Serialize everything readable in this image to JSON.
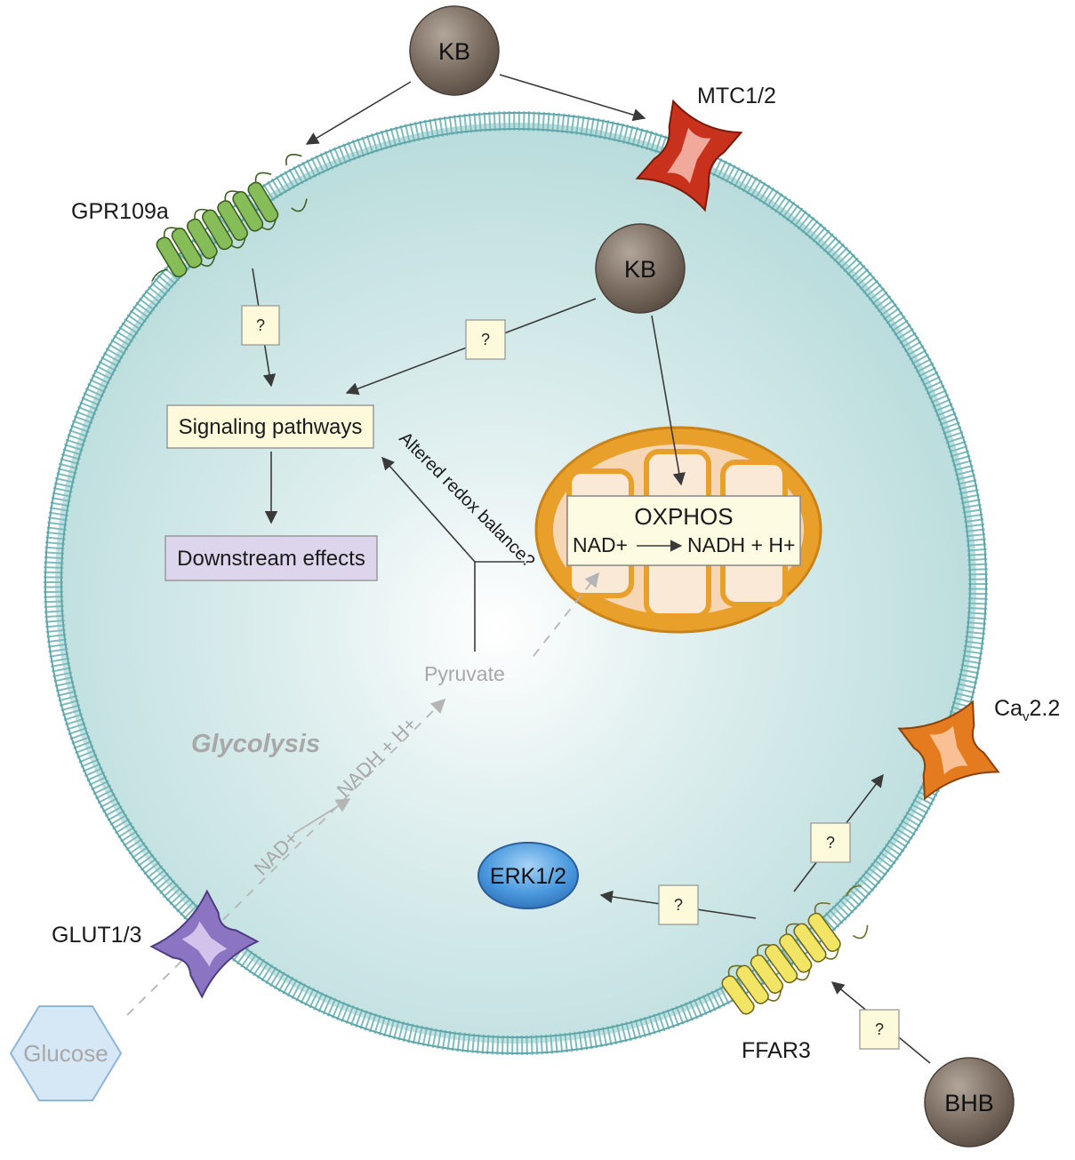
{
  "labels": {
    "kb_top": "KB",
    "kb_inner": "KB",
    "bhb": "BHB",
    "mtc": "MTC1/2",
    "gpr": "GPR109a",
    "glut": "GLUT1/3",
    "ffar": "FFAR3",
    "cav_main": "Ca",
    "cav_sub": "v",
    "cav_tail": "2.2",
    "glucose": "Glucose",
    "glycolysis": "Glycolysis",
    "nad_glyco": "NAD+",
    "nadh_glyco": "NADH + H+",
    "pyruvate": "Pyruvate",
    "oxphos_title": "OXPHOS",
    "oxphos_nad": "NAD+",
    "oxphos_nadh": "NADH + H+",
    "signaling": "Signaling pathways",
    "downstream": "Downstream effects",
    "redox": "Altered redox balance?",
    "erk": "ERK1/2",
    "q1": "?",
    "q2": "?",
    "q3": "?",
    "q4": "?",
    "q5": "?"
  },
  "colors": {
    "cell_fill": "#bfe0e0",
    "membrane": "#6fb3b5",
    "kb_ball": "#7c6e62",
    "mito_outer": "#e8a12a",
    "mito_inner": "#fae6d2",
    "signal_box": "#fdfadc",
    "downstream_box": "#ddd5ec",
    "erk": "#3f8fd8",
    "gpr": "#7bb352",
    "ffar": "#efe160",
    "mtc": "#c8311c",
    "cav": "#e47b1e",
    "glut": "#8b75c3",
    "glucose": "#d4e6f5"
  }
}
